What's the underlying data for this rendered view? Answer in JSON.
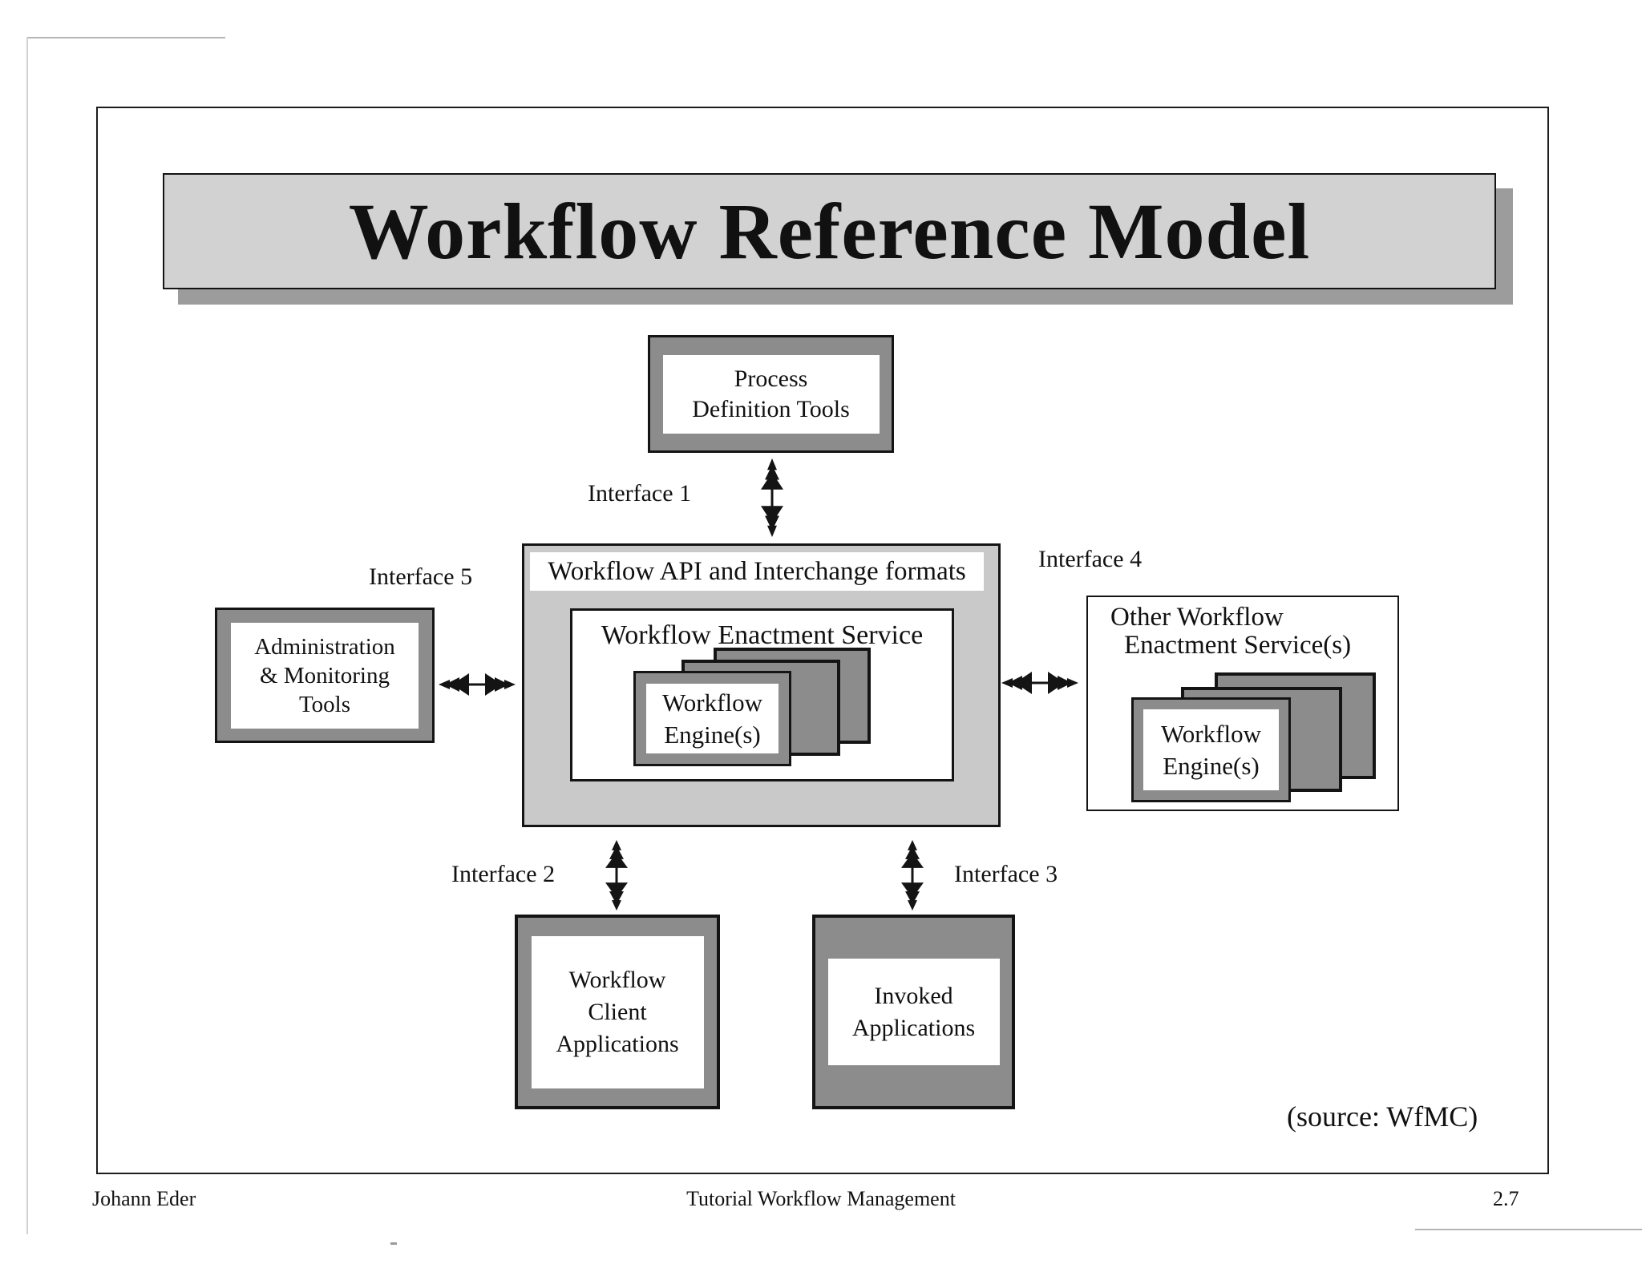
{
  "title": "Workflow Reference Model",
  "boxes": {
    "process_definition": {
      "lines": [
        "Process",
        "Definition Tools"
      ]
    },
    "api_strip": "Workflow API and Interchange formats",
    "enactment_service": "Workflow Enactment Service",
    "workflow_engine": {
      "lines": [
        "Workflow",
        "Engine(s)"
      ]
    },
    "admin": {
      "lines": [
        "Administration",
        "& Monitoring",
        "Tools"
      ]
    },
    "other_enactment": {
      "lines": [
        "Other Workflow",
        "Enactment Service(s)"
      ]
    },
    "client": {
      "lines": [
        "Workflow",
        "Client",
        "Applications"
      ]
    },
    "invoked": {
      "lines": [
        "Invoked",
        "Applications"
      ]
    }
  },
  "interface_labels": {
    "i1": "Interface 1",
    "i2": "Interface 2",
    "i3": "Interface 3",
    "i4": "Interface 4",
    "i5": "Interface 5"
  },
  "source_note": "(source: WfMC)",
  "footer": {
    "author": "Johann Eder",
    "center": "Tutorial Workflow Management",
    "page_no": "2.7"
  },
  "icons": {
    "vertical_double_arrow": "up-down arrow",
    "horizontal_double_arrow": "left-right arrow"
  },
  "colors": {
    "titlebar_fill": "#d2d2d2",
    "titlebar_shadow": "#9c9c9c",
    "central_panel_fill": "#c9c9c9",
    "frame_gray": "#8c8c8c",
    "line_black": "#141414"
  }
}
